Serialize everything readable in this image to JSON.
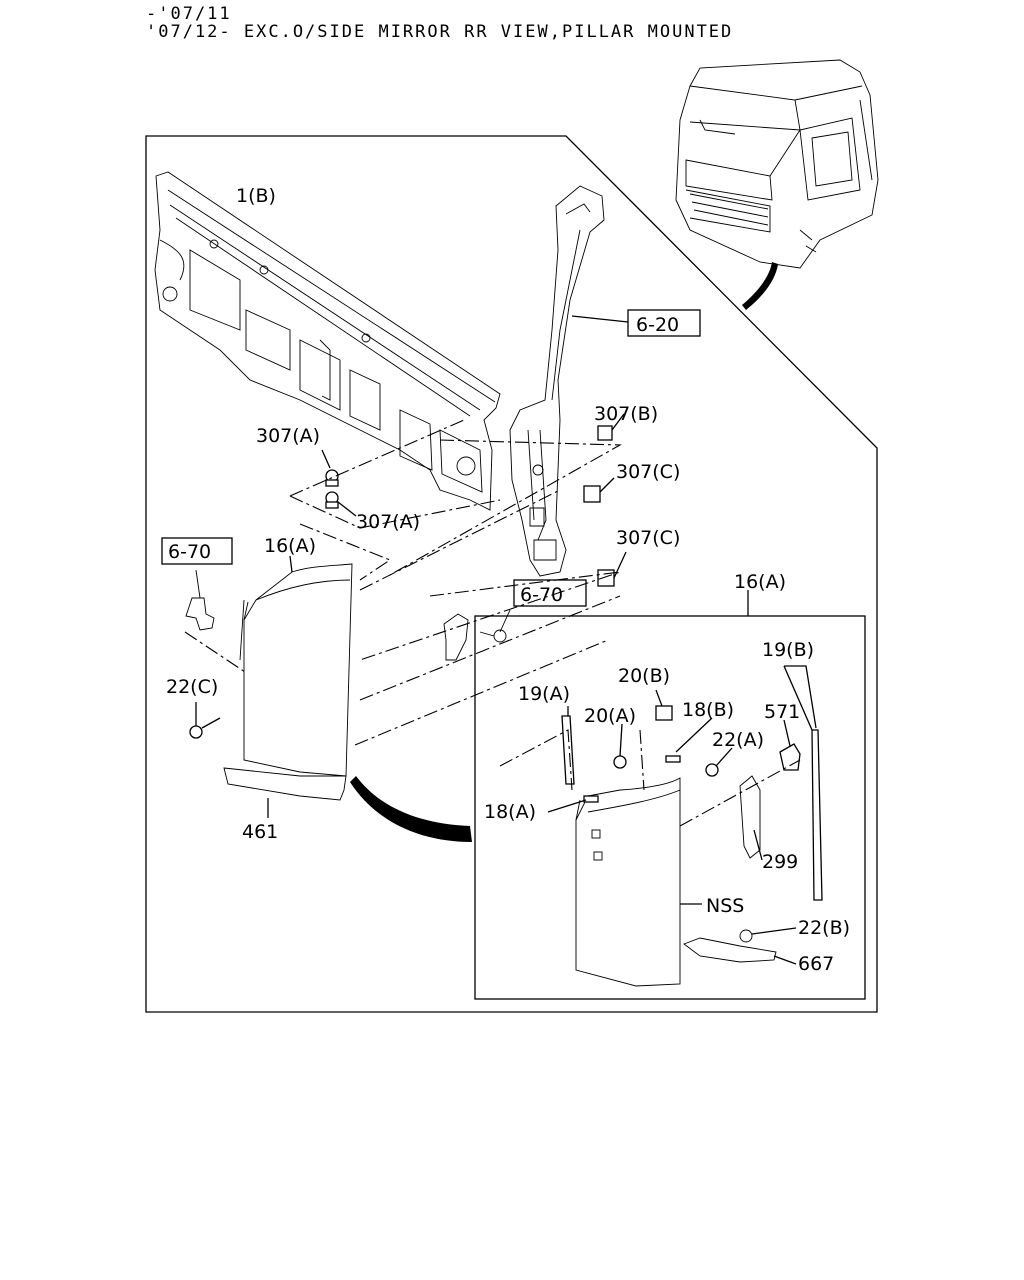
{
  "header": {
    "line1": "-'07/11",
    "line2": "'07/12- EXC.O/SIDE MIRROR RR VIEW,PILLAR MOUNTED"
  },
  "callouts": {
    "c_1b": "1(B)",
    "c_6_20": "6-20",
    "c_307b": "307(B)",
    "c_307a_1": "307(A)",
    "c_307a_2": "307(A)",
    "c_307c_1": "307(C)",
    "c_307c_2": "307(C)",
    "c_6_70_1": "6-70",
    "c_6_70_2": "6-70",
    "c_16a_1": "16(A)",
    "c_16a_2": "16(A)",
    "c_22c": "22(C)",
    "c_461": "461",
    "c_19a": "19(A)",
    "c_19b": "19(B)",
    "c_20a": "20(A)",
    "c_20b": "20(B)",
    "c_18a": "18(A)",
    "c_18b": "18(B)",
    "c_22a": "22(A)",
    "c_571": "571",
    "c_299": "299",
    "c_nss": "NSS",
    "c_22b": "22(B)",
    "c_667": "667"
  }
}
